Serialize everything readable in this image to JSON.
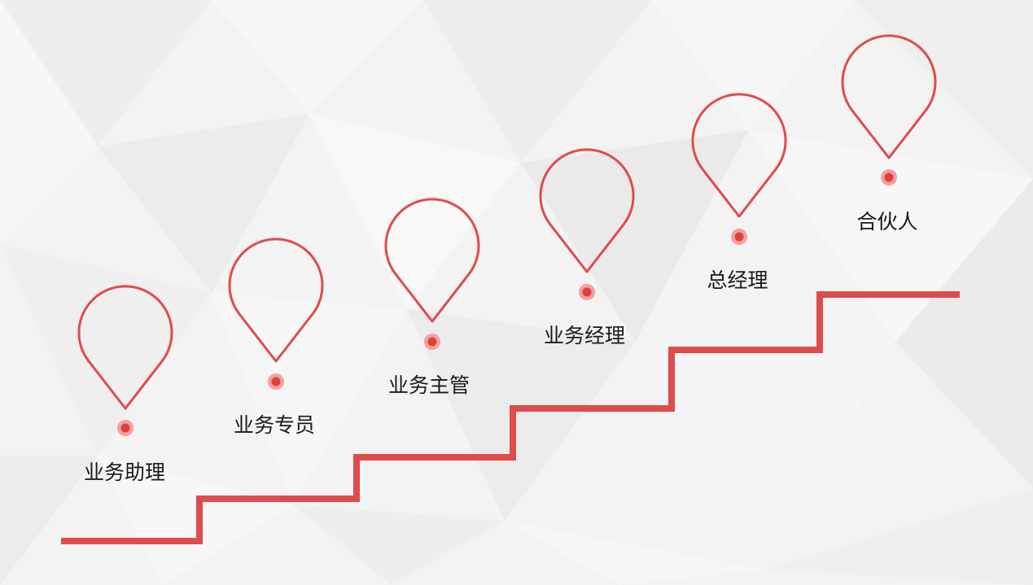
{
  "colors": {
    "accent": "#e04b4b",
    "dot_outer": "#f2a0a0",
    "dot_inner": "#e23f3f",
    "text": "#1a1a1a",
    "background": "#f2f2f2"
  },
  "stages": [
    {
      "label": "业务助理",
      "icon": "map-pin-icon"
    },
    {
      "label": "业务专员",
      "icon": "map-pin-icon"
    },
    {
      "label": "业务主管",
      "icon": "map-pin-icon"
    },
    {
      "label": "业务经理",
      "icon": "map-pin-icon"
    },
    {
      "label": "总经理",
      "icon": "map-pin-icon"
    },
    {
      "label": "合伙人",
      "icon": "map-pin-icon"
    }
  ]
}
